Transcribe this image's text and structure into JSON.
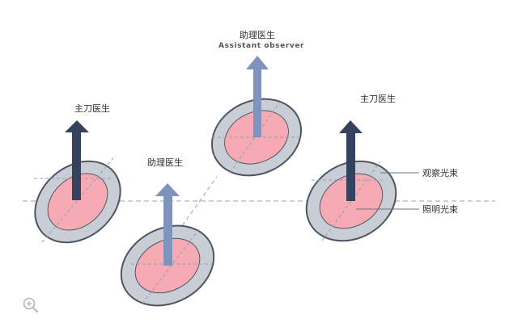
{
  "labels": {
    "assistant_observer_cn": "助理医生",
    "assistant_observer_en": "Assistant observer",
    "surgeon_left": "主刀医生",
    "assistant_left": "助理医生",
    "surgeon_right": "主刀医生",
    "observation_beam": "观察光束",
    "illumination_beam": "照明光束"
  },
  "colors": {
    "background": "#ffffff",
    "lens_ring": "#c9ced6",
    "lens_ring_stroke": "#4d5560",
    "lens_center": "#f5aab4",
    "surgeon_arrow": "#344260",
    "assistant_arrow": "#7f93bd",
    "guide_line": "#9aa0a8"
  },
  "icons": {
    "zoom": "zoom-in-icon"
  }
}
